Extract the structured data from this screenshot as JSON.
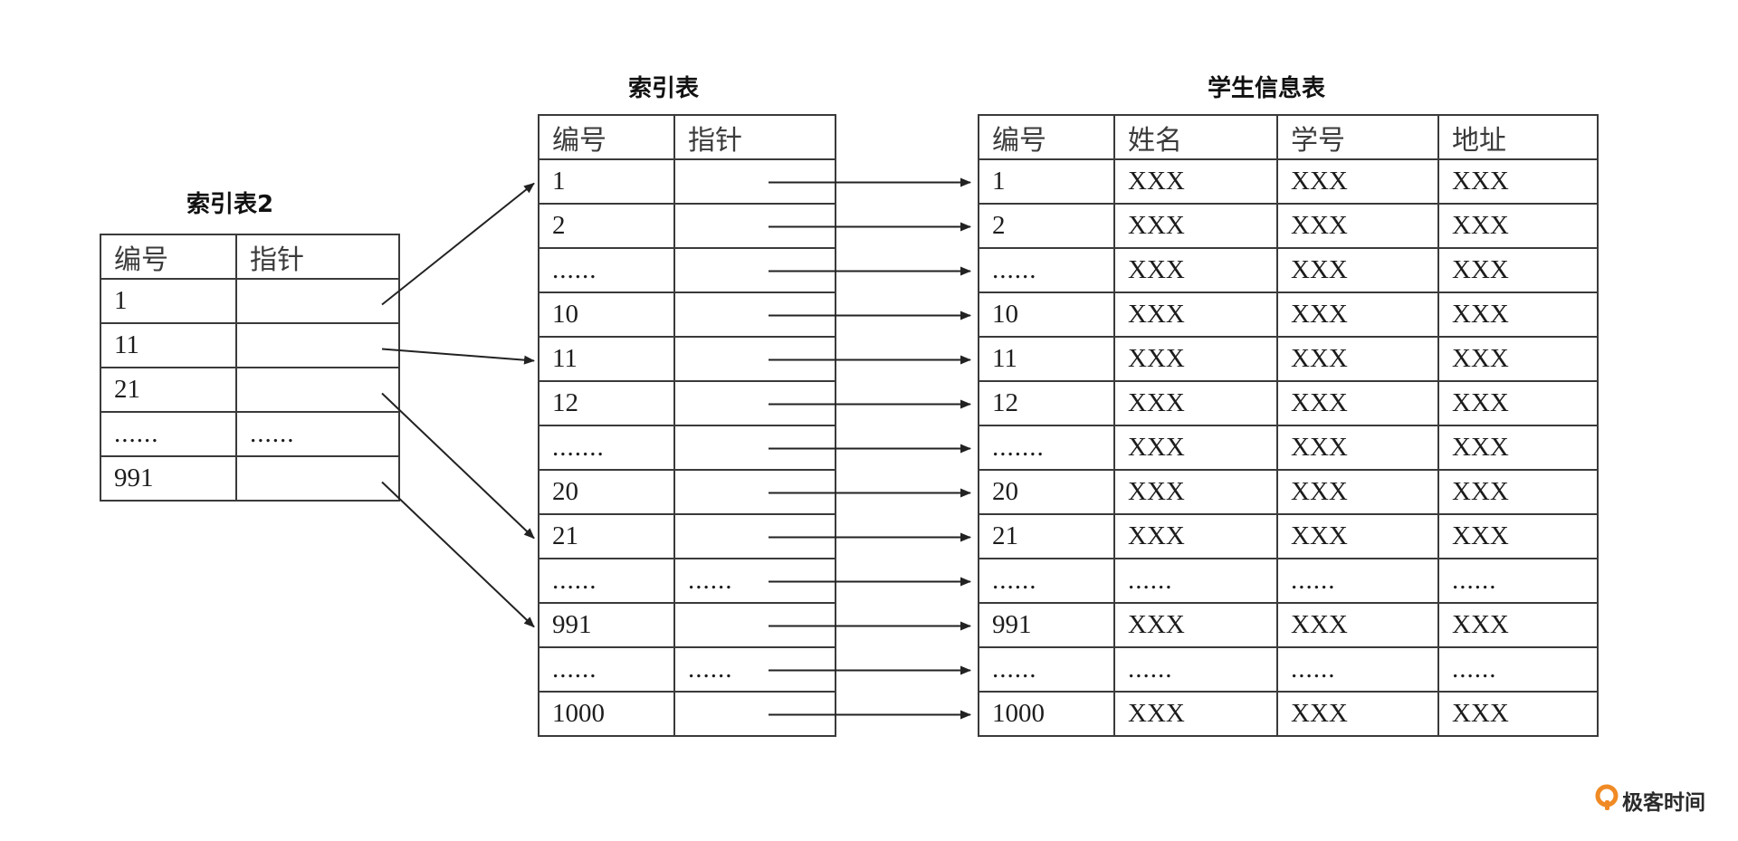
{
  "index2": {
    "title": "索引表2",
    "headers": [
      "编号",
      "指针"
    ],
    "rows": [
      [
        "1",
        ""
      ],
      [
        "11",
        ""
      ],
      [
        "21",
        ""
      ],
      [
        "......",
        "......"
      ],
      [
        "991",
        ""
      ]
    ]
  },
  "index": {
    "title": "索引表",
    "headers": [
      "编号",
      "指针"
    ],
    "rows": [
      [
        "1",
        ""
      ],
      [
        "2",
        ""
      ],
      [
        "......",
        ""
      ],
      [
        "10",
        ""
      ],
      [
        "11",
        ""
      ],
      [
        "12",
        ""
      ],
      [
        ".......",
        ""
      ],
      [
        "20",
        ""
      ],
      [
        "21",
        ""
      ],
      [
        "......",
        "......"
      ],
      [
        "991",
        ""
      ],
      [
        "......",
        "......"
      ],
      [
        "1000",
        ""
      ]
    ]
  },
  "students": {
    "title": "学生信息表",
    "headers": [
      "编号",
      "姓名",
      "学号",
      "地址"
    ],
    "rows": [
      [
        "1",
        "XXX",
        "XXX",
        "XXX"
      ],
      [
        "2",
        "XXX",
        "XXX",
        "XXX"
      ],
      [
        "......",
        "XXX",
        "XXX",
        "XXX"
      ],
      [
        "10",
        "XXX",
        "XXX",
        "XXX"
      ],
      [
        "11",
        "XXX",
        "XXX",
        "XXX"
      ],
      [
        "12",
        "XXX",
        "XXX",
        "XXX"
      ],
      [
        ".......",
        "XXX",
        "XXX",
        "XXX"
      ],
      [
        "20",
        "XXX",
        "XXX",
        "XXX"
      ],
      [
        "21",
        "XXX",
        "XXX",
        "XXX"
      ],
      [
        "......",
        "......",
        "......",
        "......"
      ],
      [
        "991",
        "XXX",
        "XXX",
        "XXX"
      ],
      [
        "......",
        "......",
        "......",
        "......"
      ],
      [
        "1000",
        "XXX",
        "XXX",
        "XXX"
      ]
    ]
  },
  "links": {
    "index2_to_index": [
      [
        "1",
        "1"
      ],
      [
        "11",
        "11"
      ],
      [
        "21",
        "21"
      ],
      [
        "991",
        "991"
      ]
    ],
    "index_to_students": "each index row points to the matching student row"
  },
  "logo": {
    "text": "极客时间"
  },
  "colors": {
    "line": "#3a3a3a",
    "arrow": "#222222",
    "logo_orange": "#f08a24"
  }
}
